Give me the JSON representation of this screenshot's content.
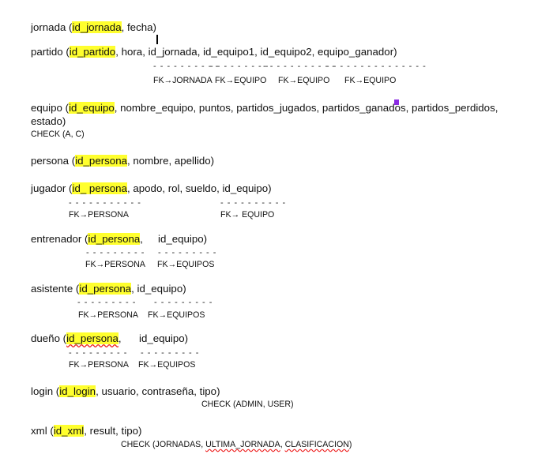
{
  "relations": {
    "jornada": {
      "name": "jornada",
      "key": "id_jornada",
      "rest": ", fecha)"
    },
    "partido": {
      "name": "partido",
      "key": "id_partido",
      "rest": ", hora, id_jornada, id_equipo1, id_equipo2, equipo_ganador)",
      "dashes": [
        "- - - - - - - - - -",
        "- - - - - - - - -",
        "- - - - - - - - - - -",
        "- - - - - - - - - - - - - - -"
      ],
      "fks": [
        "FK→JORNADA",
        "FK→EQUIPO",
        "FK→EQUIPO",
        "FK→EQUIPO"
      ]
    },
    "equipo": {
      "name": "equipo",
      "key": "id_equipo",
      "rest": ", nombre_equipo, puntos, partidos_jugados, partidos_ganados, partidos_perdidos,",
      "rest2": "estado)",
      "check": "CHECK (A, C)"
    },
    "persona": {
      "name": "persona",
      "key": "id_persona",
      "rest": ", nombre, apellido)"
    },
    "jugador": {
      "name": "jugador",
      "key": "id_ persona",
      "rest": ", apodo, rol, sueldo, id_equipo)",
      "dashes": [
        "- - - - - - - - - - -",
        "- - - - - - - - - -"
      ],
      "fks": [
        "FK→PERSONA",
        "FK→ EQUIPO"
      ]
    },
    "entrenador": {
      "name": "entrenador",
      "key": "id_persona",
      "rest1": ",",
      "rest2": "id_equipo)",
      "dashes": [
        "- - - - - - - - -",
        "- - - - - - - - -"
      ],
      "fks": [
        "FK→PERSONA",
        "FK→EQUIPOS"
      ]
    },
    "asistente": {
      "name": "asistente",
      "key": "id_persona",
      "rest": ", id_equipo)",
      "dashes": [
        "- - - - - - - - -",
        "- - - - - - - - -"
      ],
      "fks": [
        "FK→PERSONA",
        "FK→EQUIPOS"
      ]
    },
    "dueno": {
      "name": "dueño",
      "key": "id_persona",
      "rest1": ",",
      "rest2": "id_equipo)",
      "dashes": [
        "- - - - - - - - -",
        "- - - - - - - - -"
      ],
      "fks": [
        "FK→PERSONA",
        "FK→EQUIPOS"
      ]
    },
    "login": {
      "name": "login",
      "key": "id_login",
      "rest": ", usuario, contraseña, tipo)",
      "check": "CHECK (ADMIN, USER)"
    },
    "xml": {
      "name": "xml",
      "key": "id_xml",
      "rest": ", result, tipo)",
      "check_prefix": "CHECK (JORNADAS, ",
      "check_w1": "ULTIMA_JORNADA",
      "check_mid": ", ",
      "check_w2": "CLASIFICACION",
      "check_suffix": ")"
    }
  }
}
